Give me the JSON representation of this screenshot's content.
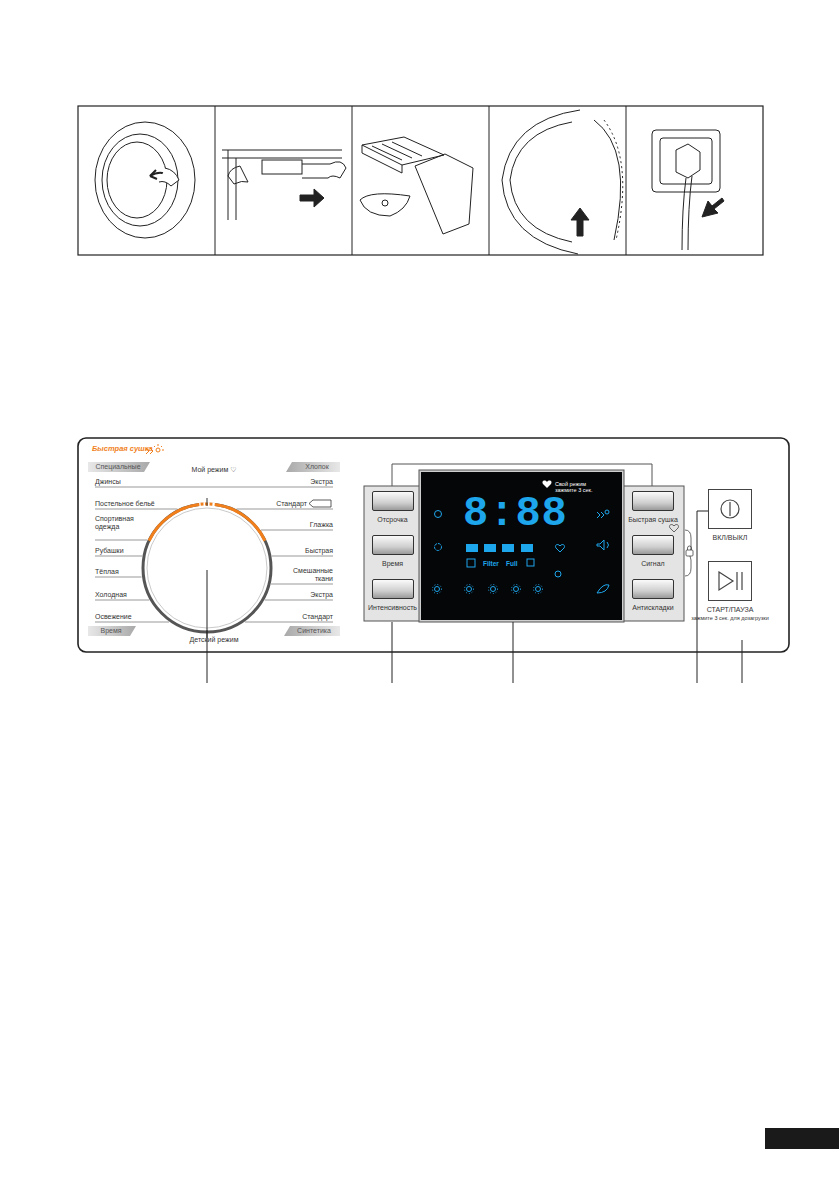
{
  "diagram": {
    "nodes": [
      {
        "text": [
          "Отсрочка"
        ]
      },
      {
        "text": [
          "Время"
        ]
      },
      {
        "text": [
          "Интенсивность"
        ]
      },
      {
        "text": [
          "Свой режим зажмите 3 сек.",
          "8:88",
          "Filter",
          "Full"
        ]
      },
      {
        "text": [
          "Быстрая сушка"
        ]
      },
      {
        "text": [
          "Сигнал"
        ]
      },
      {
        "text": [
          "Антискладки"
        ]
      },
      {
        "text": [
          "ВКЛ/ВЫКЛ"
        ]
      },
      {
        "text": [
          "СТАРТ/ПАУЗА",
          "зажмите 3 сек. для дозагрузки"
        ]
      }
    ],
    "labels": [
      "Быстрая сушка",
      "Специальные",
      "Хлопок",
      "Мой режим ♡",
      "Джинсы",
      "Постельное бельё",
      "Спортивная одежда",
      "Рубашки",
      "Тёплая",
      "Холодная",
      "Освежение",
      "Время",
      "Детский режим",
      "Синтетика",
      "Экстра",
      "Стандарт",
      "Глажка",
      "Быстрая",
      "Смешанные ткани",
      "Экстра",
      "Стандарт"
    ]
  }
}
